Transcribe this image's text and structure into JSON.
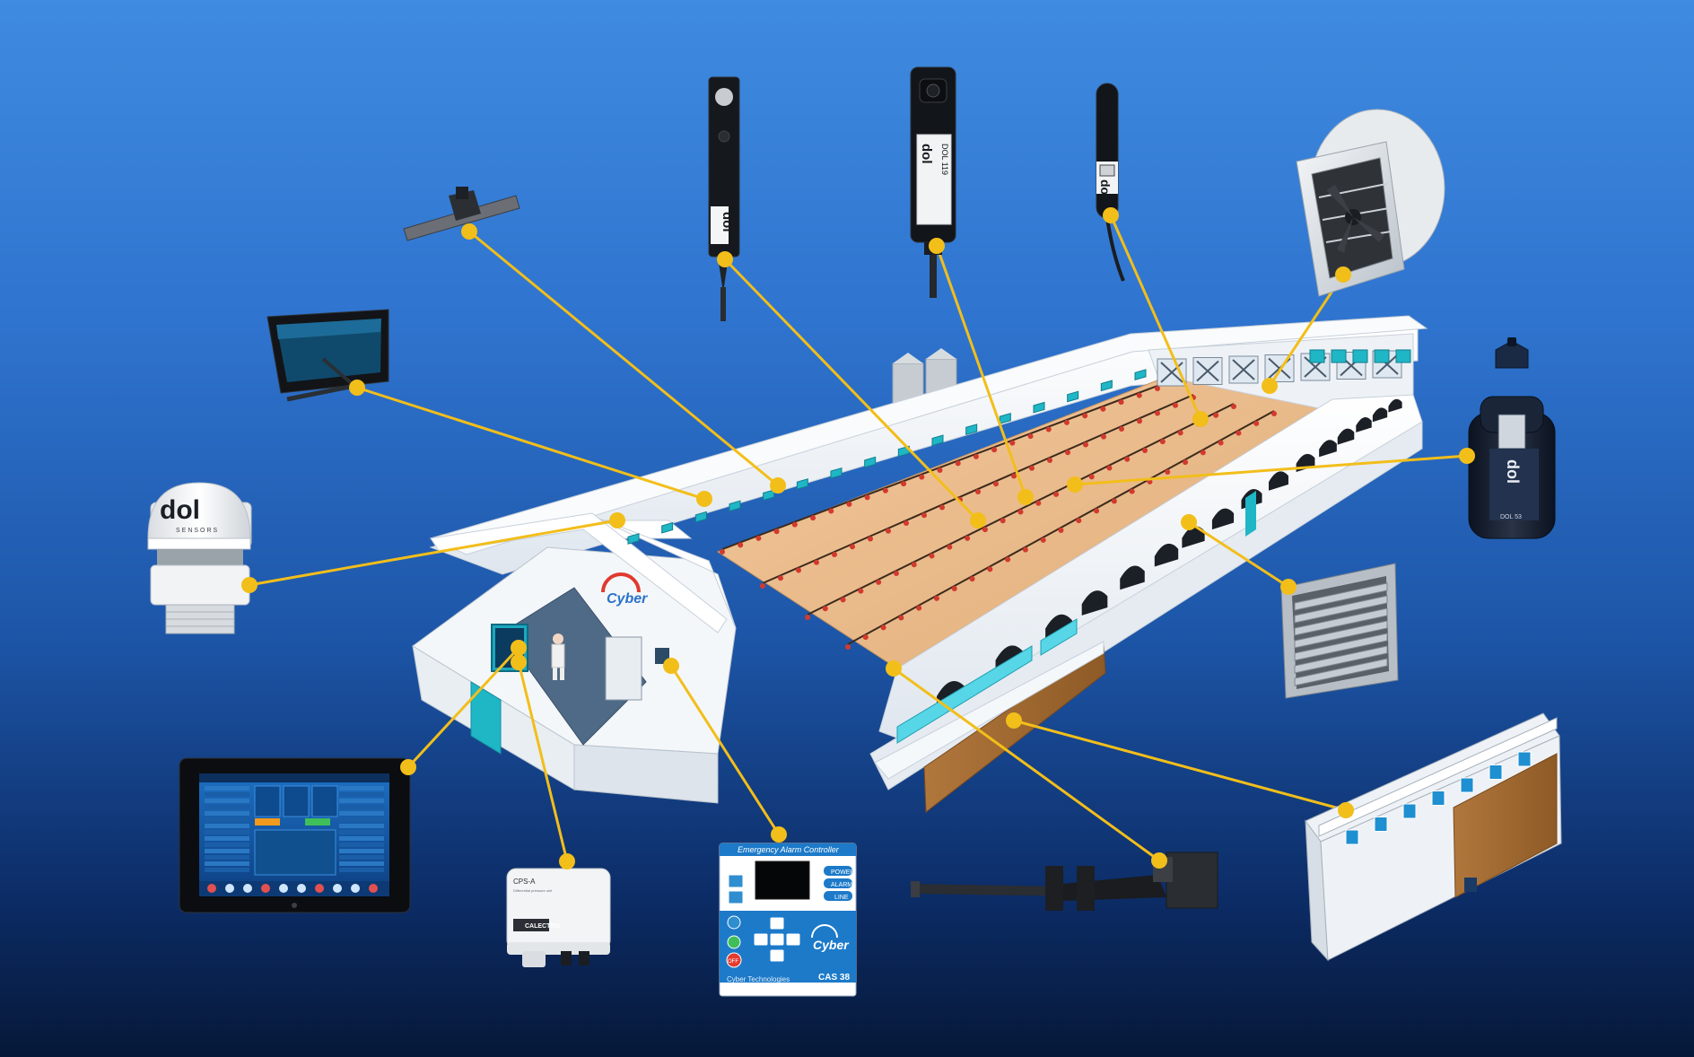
{
  "colors": {
    "connector": "#f2be1a",
    "background_top": "#3f8be0",
    "background_bottom": "#061838",
    "floor": "#e7b98a",
    "wall": "#f3f6f9",
    "window": "#1fb6c6",
    "inlet": "#1b1f26",
    "cool_pad": "#a86a30"
  },
  "labels": {
    "dol_weather": "dol",
    "dol_weather_sub": "SENSORS",
    "sensor_light": "dol",
    "sensor_co2": "dol",
    "sensor_co2_model": "DOL 119",
    "sensor_temp": "dol",
    "dol_scale": "dol",
    "dol_scale_model": "DOL 53",
    "cps_model": "CPS-A",
    "cps_sub": "Differential pressure unit",
    "cps_brand": "CALECTRO",
    "cas_title": "Emergency Alarm Controller",
    "cas_power": "POWER",
    "cas_alarm": "ALARM",
    "cas_line": "LINE",
    "cas_off": "OFF",
    "cas_brand": "Cyber Technologies",
    "cas_model": "CAS 38",
    "cas_logo": "Cyber",
    "house_logo": "Cyber"
  },
  "components": [
    {
      "name": "weather-station",
      "icon": "weather-station-icon"
    },
    {
      "name": "wall-inlet",
      "icon": "wall-inlet-icon"
    },
    {
      "name": "humidity-sensor",
      "icon": "humidity-sensor-icon"
    },
    {
      "name": "light-sensor",
      "icon": "light-sensor-icon"
    },
    {
      "name": "co2-sensor",
      "icon": "co2-sensor-icon"
    },
    {
      "name": "temperature-sensor",
      "icon": "temperature-sensor-icon"
    },
    {
      "name": "tunnel-fan",
      "icon": "tunnel-fan-icon"
    },
    {
      "name": "bird-scale",
      "icon": "bird-scale-icon"
    },
    {
      "name": "shutter-fan",
      "icon": "shutter-fan-icon"
    },
    {
      "name": "cooling-pad-unit",
      "icon": "cooling-pad-icon"
    },
    {
      "name": "linear-actuator",
      "icon": "actuator-icon"
    },
    {
      "name": "emergency-alarm-controller",
      "icon": "alarm-controller-icon"
    },
    {
      "name": "pressure-sensor",
      "icon": "pressure-sensor-icon"
    },
    {
      "name": "climate-controller",
      "icon": "touch-panel-icon"
    }
  ]
}
